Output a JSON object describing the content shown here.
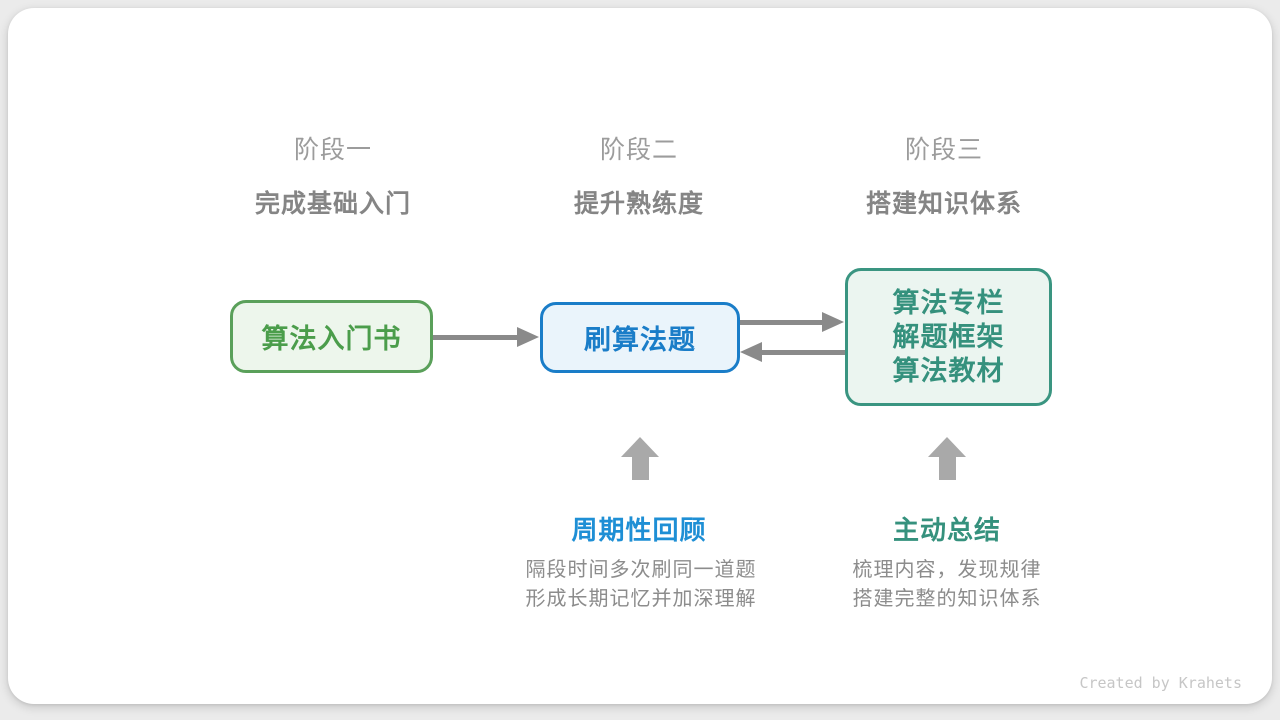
{
  "stages": [
    {
      "label": "阶段一",
      "subtitle": "完成基础入门"
    },
    {
      "label": "阶段二",
      "subtitle": "提升熟练度"
    },
    {
      "label": "阶段三",
      "subtitle": "搭建知识体系"
    }
  ],
  "boxes": [
    {
      "title": "算法入门书"
    },
    {
      "title": "刷算法题"
    },
    {
      "lines": [
        "算法专栏",
        "解题框架",
        "算法教材"
      ]
    }
  ],
  "annotations": [
    {
      "title": "周期性回顾",
      "lines": [
        "隔段时间多次刷同一道题",
        "形成长期记忆并加深理解"
      ]
    },
    {
      "title": "主动总结",
      "lines": [
        "梳理内容，发现规律",
        "搭建完整的知识体系"
      ]
    }
  ],
  "credit": "Created by Krahets",
  "colors": {
    "background": "#ebebeb",
    "card": "#ffffff",
    "stage_label": "#9c9c9c",
    "stage_subtitle": "#858585",
    "green_border": "#5aa05a",
    "green_fill": "#edf6ec",
    "green_text": "#4b9d4b",
    "blue_border": "#1a7dc8",
    "blue_fill": "#eaf4fb",
    "blue_text": "#1a7dc8",
    "teal_border": "#3a9581",
    "teal_fill": "#ebf5f0",
    "teal_text": "#35917d",
    "flow_arrow": "#8a8a8a",
    "block_arrow": "#a9a9a9",
    "annotation_blue": "#1e8fd5",
    "annotation_teal": "#35917d",
    "description_text": "#8c8c8c",
    "credit_text": "#c6c6c6"
  }
}
